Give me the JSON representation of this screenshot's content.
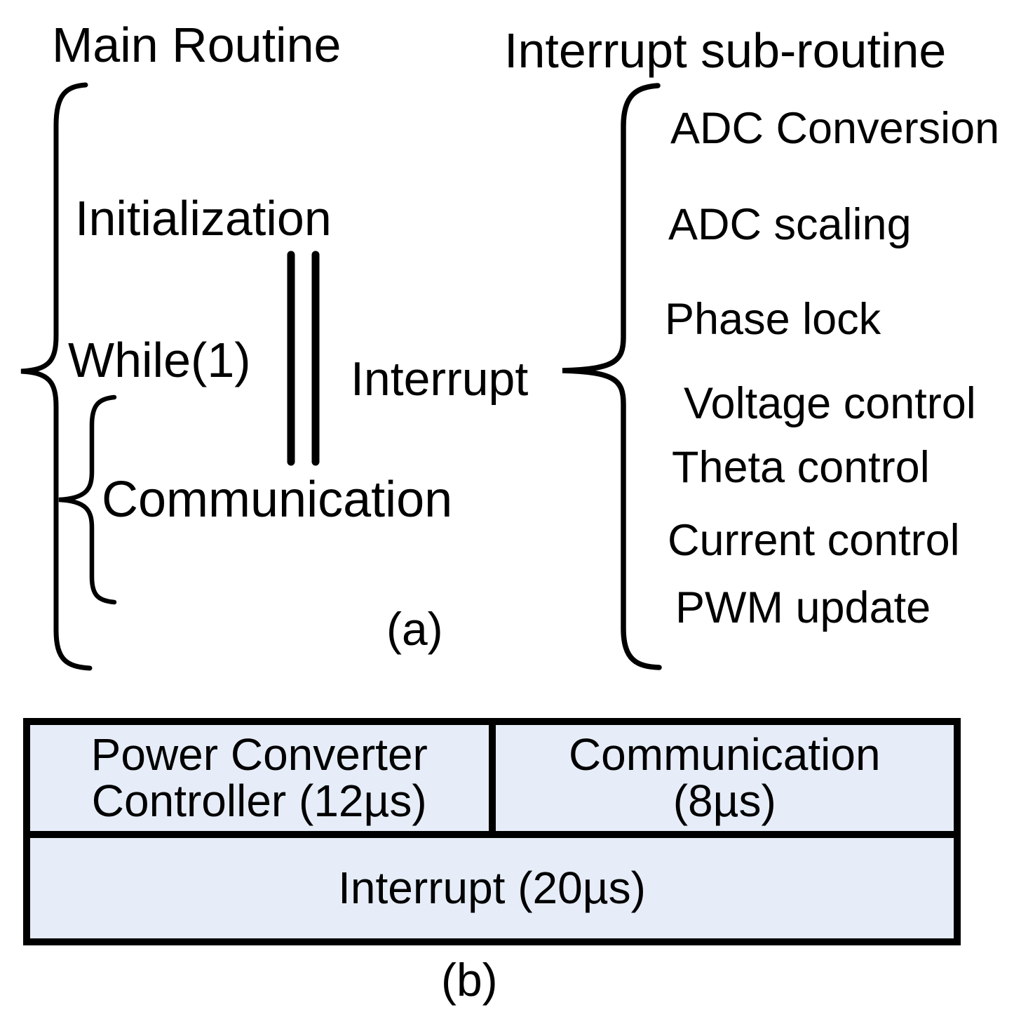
{
  "panel_a": {
    "label": "(a)",
    "main_routine_title": "Main Routine",
    "initialization": "Initialization",
    "while_loop": "While(1)",
    "communication": "Communication",
    "interrupt_label": "Interrupt",
    "interrupt_subroutine_title": "Interrupt sub-routine",
    "subroutine_items": [
      "ADC Conversion",
      "ADC scaling",
      "Phase lock",
      "Voltage control",
      "Theta control",
      "Current control",
      "PWM update"
    ]
  },
  "panel_b": {
    "label": "(b)",
    "top_left_line1": "Power Converter",
    "top_left_line2": "Controller (12µs)",
    "top_right_line1": "Communication",
    "top_right_line2": "(8µs)",
    "bottom_cell": "Interrupt (20µs)",
    "cell_fill": "#e6edf8",
    "line_color": "#000000"
  }
}
